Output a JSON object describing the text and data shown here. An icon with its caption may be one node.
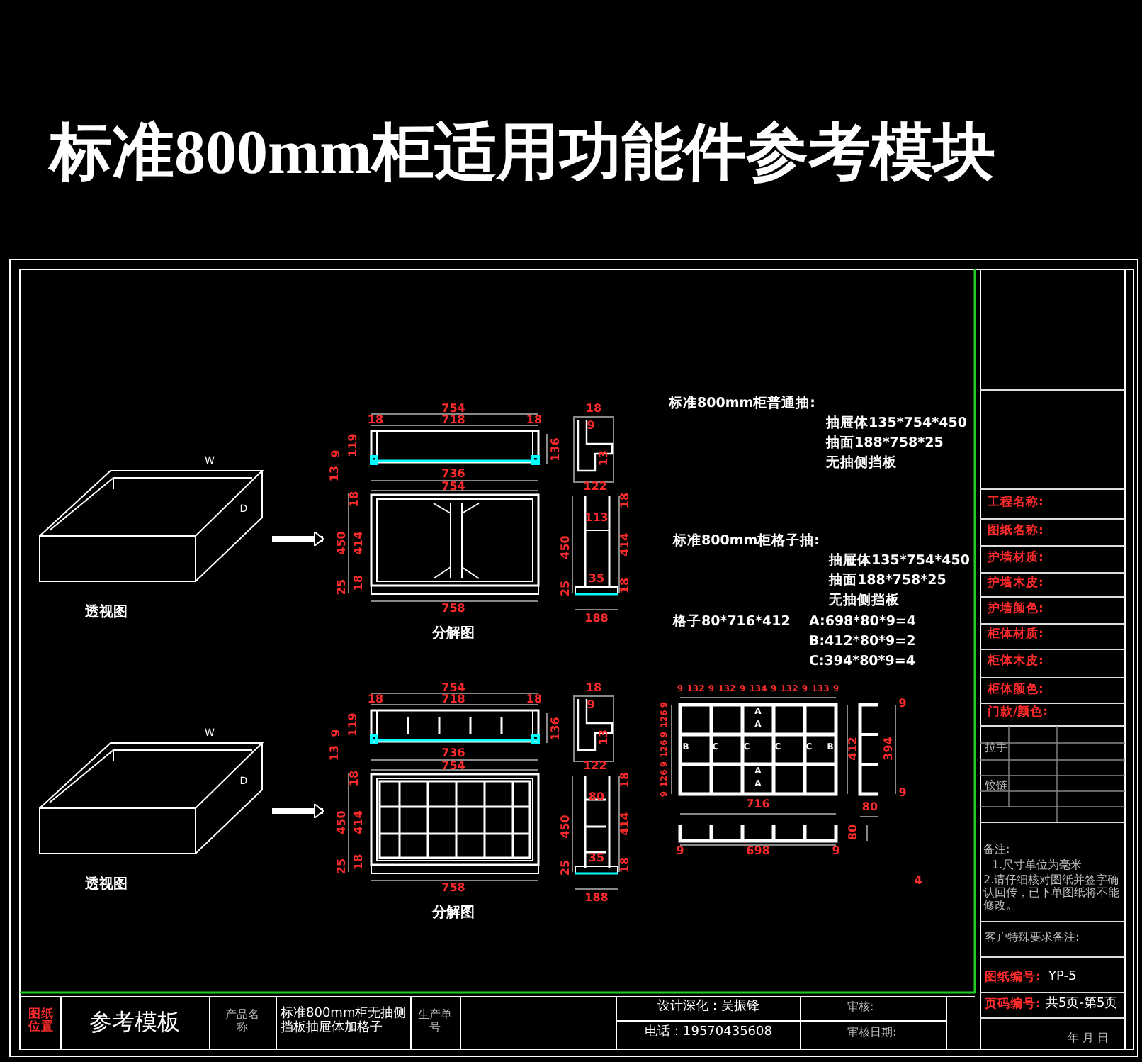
{
  "diagram": {
    "title": "标准800mm柜适用功能件参考模块",
    "nodes": [
      {
        "text": [
          "透视图"
        ]
      },
      {
        "text": [
          "分解图"
        ]
      },
      {
        "text": [
          "透视图"
        ]
      },
      {
        "text": [
          "分解图"
        ]
      }
    ],
    "edges": [
      {
        "from": 0,
        "to": 1,
        "arrow": "to"
      },
      {
        "from": 2,
        "to": 3,
        "arrow": "to"
      }
    ],
    "labels": [
      "754",
      "18",
      "718",
      "18",
      "9",
      "119",
      "13",
      "136",
      "736",
      "754",
      "18",
      "450",
      "414",
      "25",
      "18",
      "758",
      "18",
      "9",
      "13",
      "122",
      "450",
      "113",
      "414",
      "35",
      "18",
      "25",
      "18",
      "188",
      "754",
      "18",
      "718",
      "18",
      "9",
      "119",
      "13",
      "136",
      "736",
      "754",
      "18",
      "450",
      "414",
      "25",
      "18",
      "758",
      "18",
      "9",
      "13",
      "122",
      "450",
      "80",
      "414",
      "35",
      "18",
      "25",
      "18",
      "188",
      "W",
      "D",
      "W",
      "D",
      "标准800mm柜普通抽:",
      "抽屉体135*754*450",
      "抽面188*758*25",
      "无抽侧挡板",
      "标准800mm柜格子抽:",
      "抽屉体135*754*450",
      "抽面188*758*25",
      "无抽侧挡板",
      "格子80*716*412",
      "A:698*80*9=4",
      "B:412*80*9=2",
      "C:394*80*9=4",
      "9",
      "132",
      "9",
      "132",
      "9",
      "134",
      "9",
      "132",
      "9",
      "133",
      "9",
      "9",
      "126",
      "9",
      "126",
      "9",
      "126",
      "9",
      "412",
      "394",
      "9",
      "9",
      "716",
      "80",
      "80",
      "9",
      "698",
      "9",
      "4",
      "A",
      "A",
      "B",
      "C",
      "C",
      "C",
      "C",
      "B",
      "A",
      "A",
      "工程名称:",
      "图纸名称:",
      "护墙材质:",
      "护墙木皮:",
      "护墙颜色:",
      "柜体材质:",
      "柜体木皮:",
      "柜体颜色:",
      "门款/颜色:",
      "拉手",
      "铰链",
      "备注:",
      "1.尺寸单位为毫米",
      "2.请仔细核对图纸并签字确认回传，已下单图纸将不能修改。",
      "客户特殊要求备注:",
      "图纸编号:",
      "YP-5",
      "页码编号:",
      "共5页-第5页",
      "年 月 日",
      "图纸位置",
      "参考模板",
      "产品名称",
      "标准800mm柜无抽侧挡板抽屉体加格子",
      "生产单号",
      "设计深化：吴振锋",
      "审核:",
      "电话：19570435608",
      "审核日期:"
    ]
  }
}
